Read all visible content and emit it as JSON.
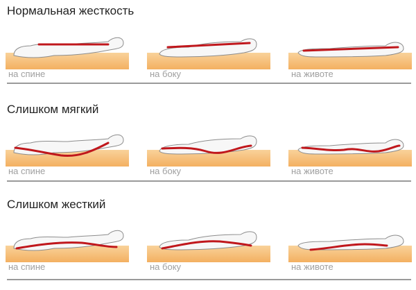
{
  "colors": {
    "mattress_top": "#f9d29a",
    "mattress_bottom": "#f3b061",
    "spine_line": "#c0171c",
    "body_outline": "#8c8c8c",
    "caption": "#a0a0a0",
    "divider": "#9a9a9a"
  },
  "sections": [
    {
      "title": "Нормальная жесткость",
      "spine": "straight",
      "panels": [
        {
          "caption": "на спине",
          "pose": "back"
        },
        {
          "caption": "на боку",
          "pose": "side"
        },
        {
          "caption": "на животе",
          "pose": "stomach"
        }
      ]
    },
    {
      "title": "Слишком мягкий",
      "spine": "sagging",
      "panels": [
        {
          "caption": "на спине",
          "pose": "back"
        },
        {
          "caption": "на боку",
          "pose": "side"
        },
        {
          "caption": "на животе",
          "pose": "stomach"
        }
      ]
    },
    {
      "title": "Слишком жесткий",
      "spine": "arched",
      "panels": [
        {
          "caption": "на спине",
          "pose": "back"
        },
        {
          "caption": "на боку",
          "pose": "side"
        },
        {
          "caption": "на животе",
          "pose": "stomach"
        }
      ]
    }
  ]
}
